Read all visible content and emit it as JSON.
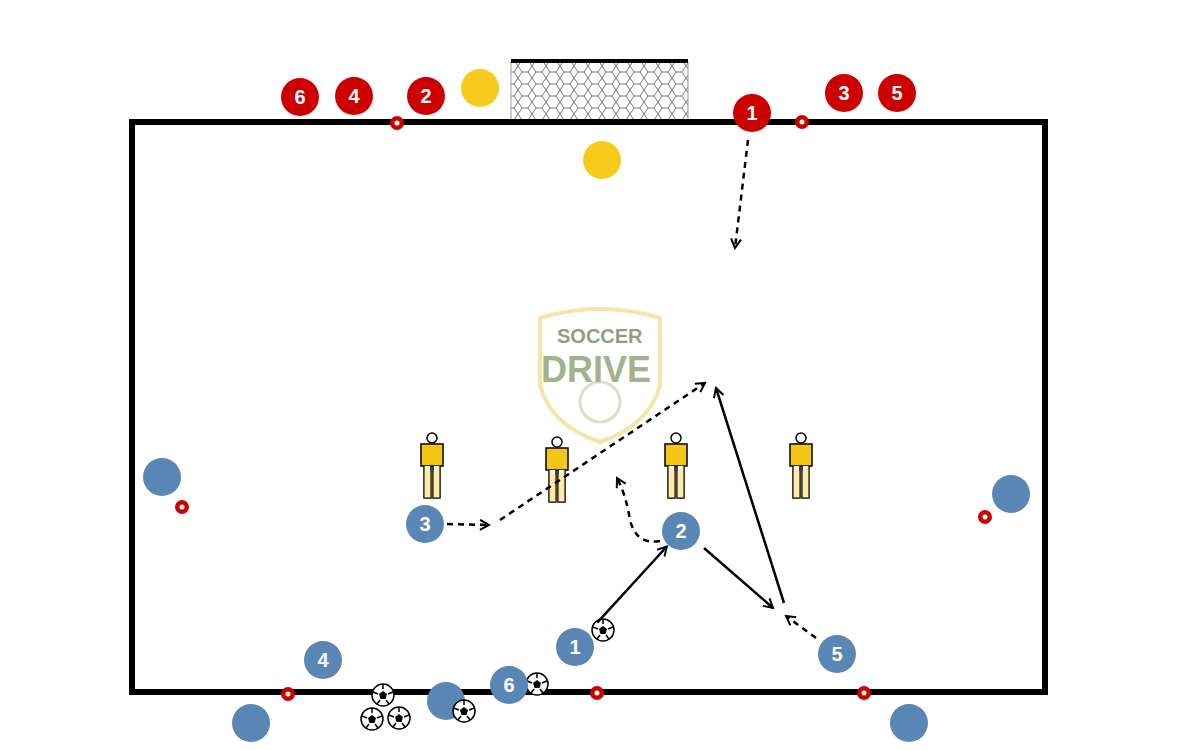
{
  "diagram": {
    "nodes": [
      {
        "text": [
          "6"
        ]
      },
      {
        "text": [
          "4"
        ]
      },
      {
        "text": [
          "2"
        ]
      },
      {
        "text": [
          "1"
        ]
      },
      {
        "text": [
          "3"
        ]
      },
      {
        "text": [
          "5"
        ]
      },
      {
        "text": [
          "3"
        ]
      },
      {
        "text": [
          "2"
        ]
      },
      {
        "text": [
          "1"
        ]
      },
      {
        "text": [
          "5"
        ]
      },
      {
        "text": [
          "4"
        ]
      },
      {
        "text": [
          "6"
        ]
      }
    ],
    "edges": [
      {
        "from": 8,
        "to": 7,
        "arrow": "to"
      }
    ],
    "labels": [
      "SOCCER",
      "DRIVE"
    ]
  }
}
